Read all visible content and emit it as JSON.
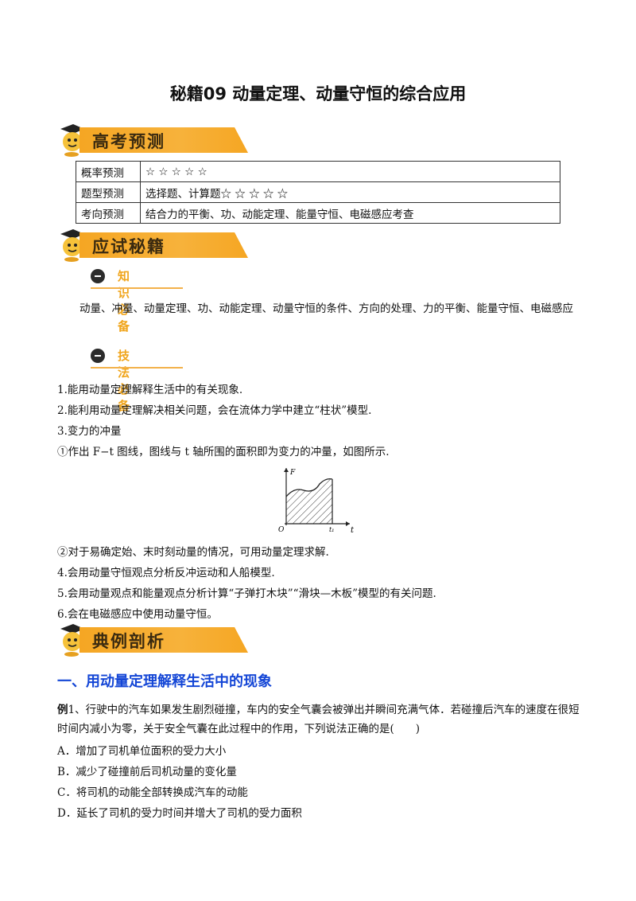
{
  "title": "秘籍09  动量定理、动量守恒的综合应用",
  "sections": {
    "forecast": "高考预测",
    "tips": "应试秘籍",
    "examples": "典例剖析"
  },
  "forecast_table": [
    {
      "key": "概率预测",
      "value": "☆ ☆ ☆ ☆ ☆"
    },
    {
      "key": "题型预测",
      "value": "选择题、计算题☆ ☆ ☆ ☆ ☆"
    },
    {
      "key": "考向预测",
      "value": "结合力的平衡、功、动能定理、能量守恒、电磁感应考查"
    }
  ],
  "knowledge": {
    "label": "知识必备",
    "text": "动量、冲量、动量定理、功、动能定理、动量守恒的条件、方向的处理、力的平衡、能量守恒、电磁感应"
  },
  "skills": {
    "label": "技法必备",
    "items": [
      "1.能用动量定理解释生活中的有关现象.",
      "2.能利用动量定理解决相关问题，会在流体力学中建立“柱状”模型.",
      "3.变力的冲量",
      "①作出 F−t 图线，图线与 t 轴所围的面积即为变力的冲量，如图所示.",
      "②对于易确定始、末时刻动量的情况，可用动量定理求解.",
      "4.会用动量守恒观点分析反冲运动和人船模型.",
      "5.会用动量观点和能量观点分析计算“子弹打木块”“滑块—木板”模型的有关问题.",
      "6.会在电磁感应中使用动量守恒。"
    ]
  },
  "figure": {
    "y_label": "F",
    "x_label": "t",
    "origin": "O",
    "tick": "t₁"
  },
  "heading2": "一、用动量定理解释生活中的现象",
  "example": {
    "label": "例",
    "text": "1、行驶中的汽车如果发生剧烈碰撞，车内的安全气囊会被弹出并瞬间充满气体．若碰撞后汽车的速度在很短时间内减小为零，关于安全气囊在此过程中的作用，下列说法正确的是(　　)",
    "options": [
      "A．增加了司机单位面积的受力大小",
      "B．减少了碰撞前后司机动量的变化量",
      "C．将司机的动能全部转换成汽车的动能",
      "D．延长了司机的受力时间并增大了司机的受力面积"
    ]
  }
}
